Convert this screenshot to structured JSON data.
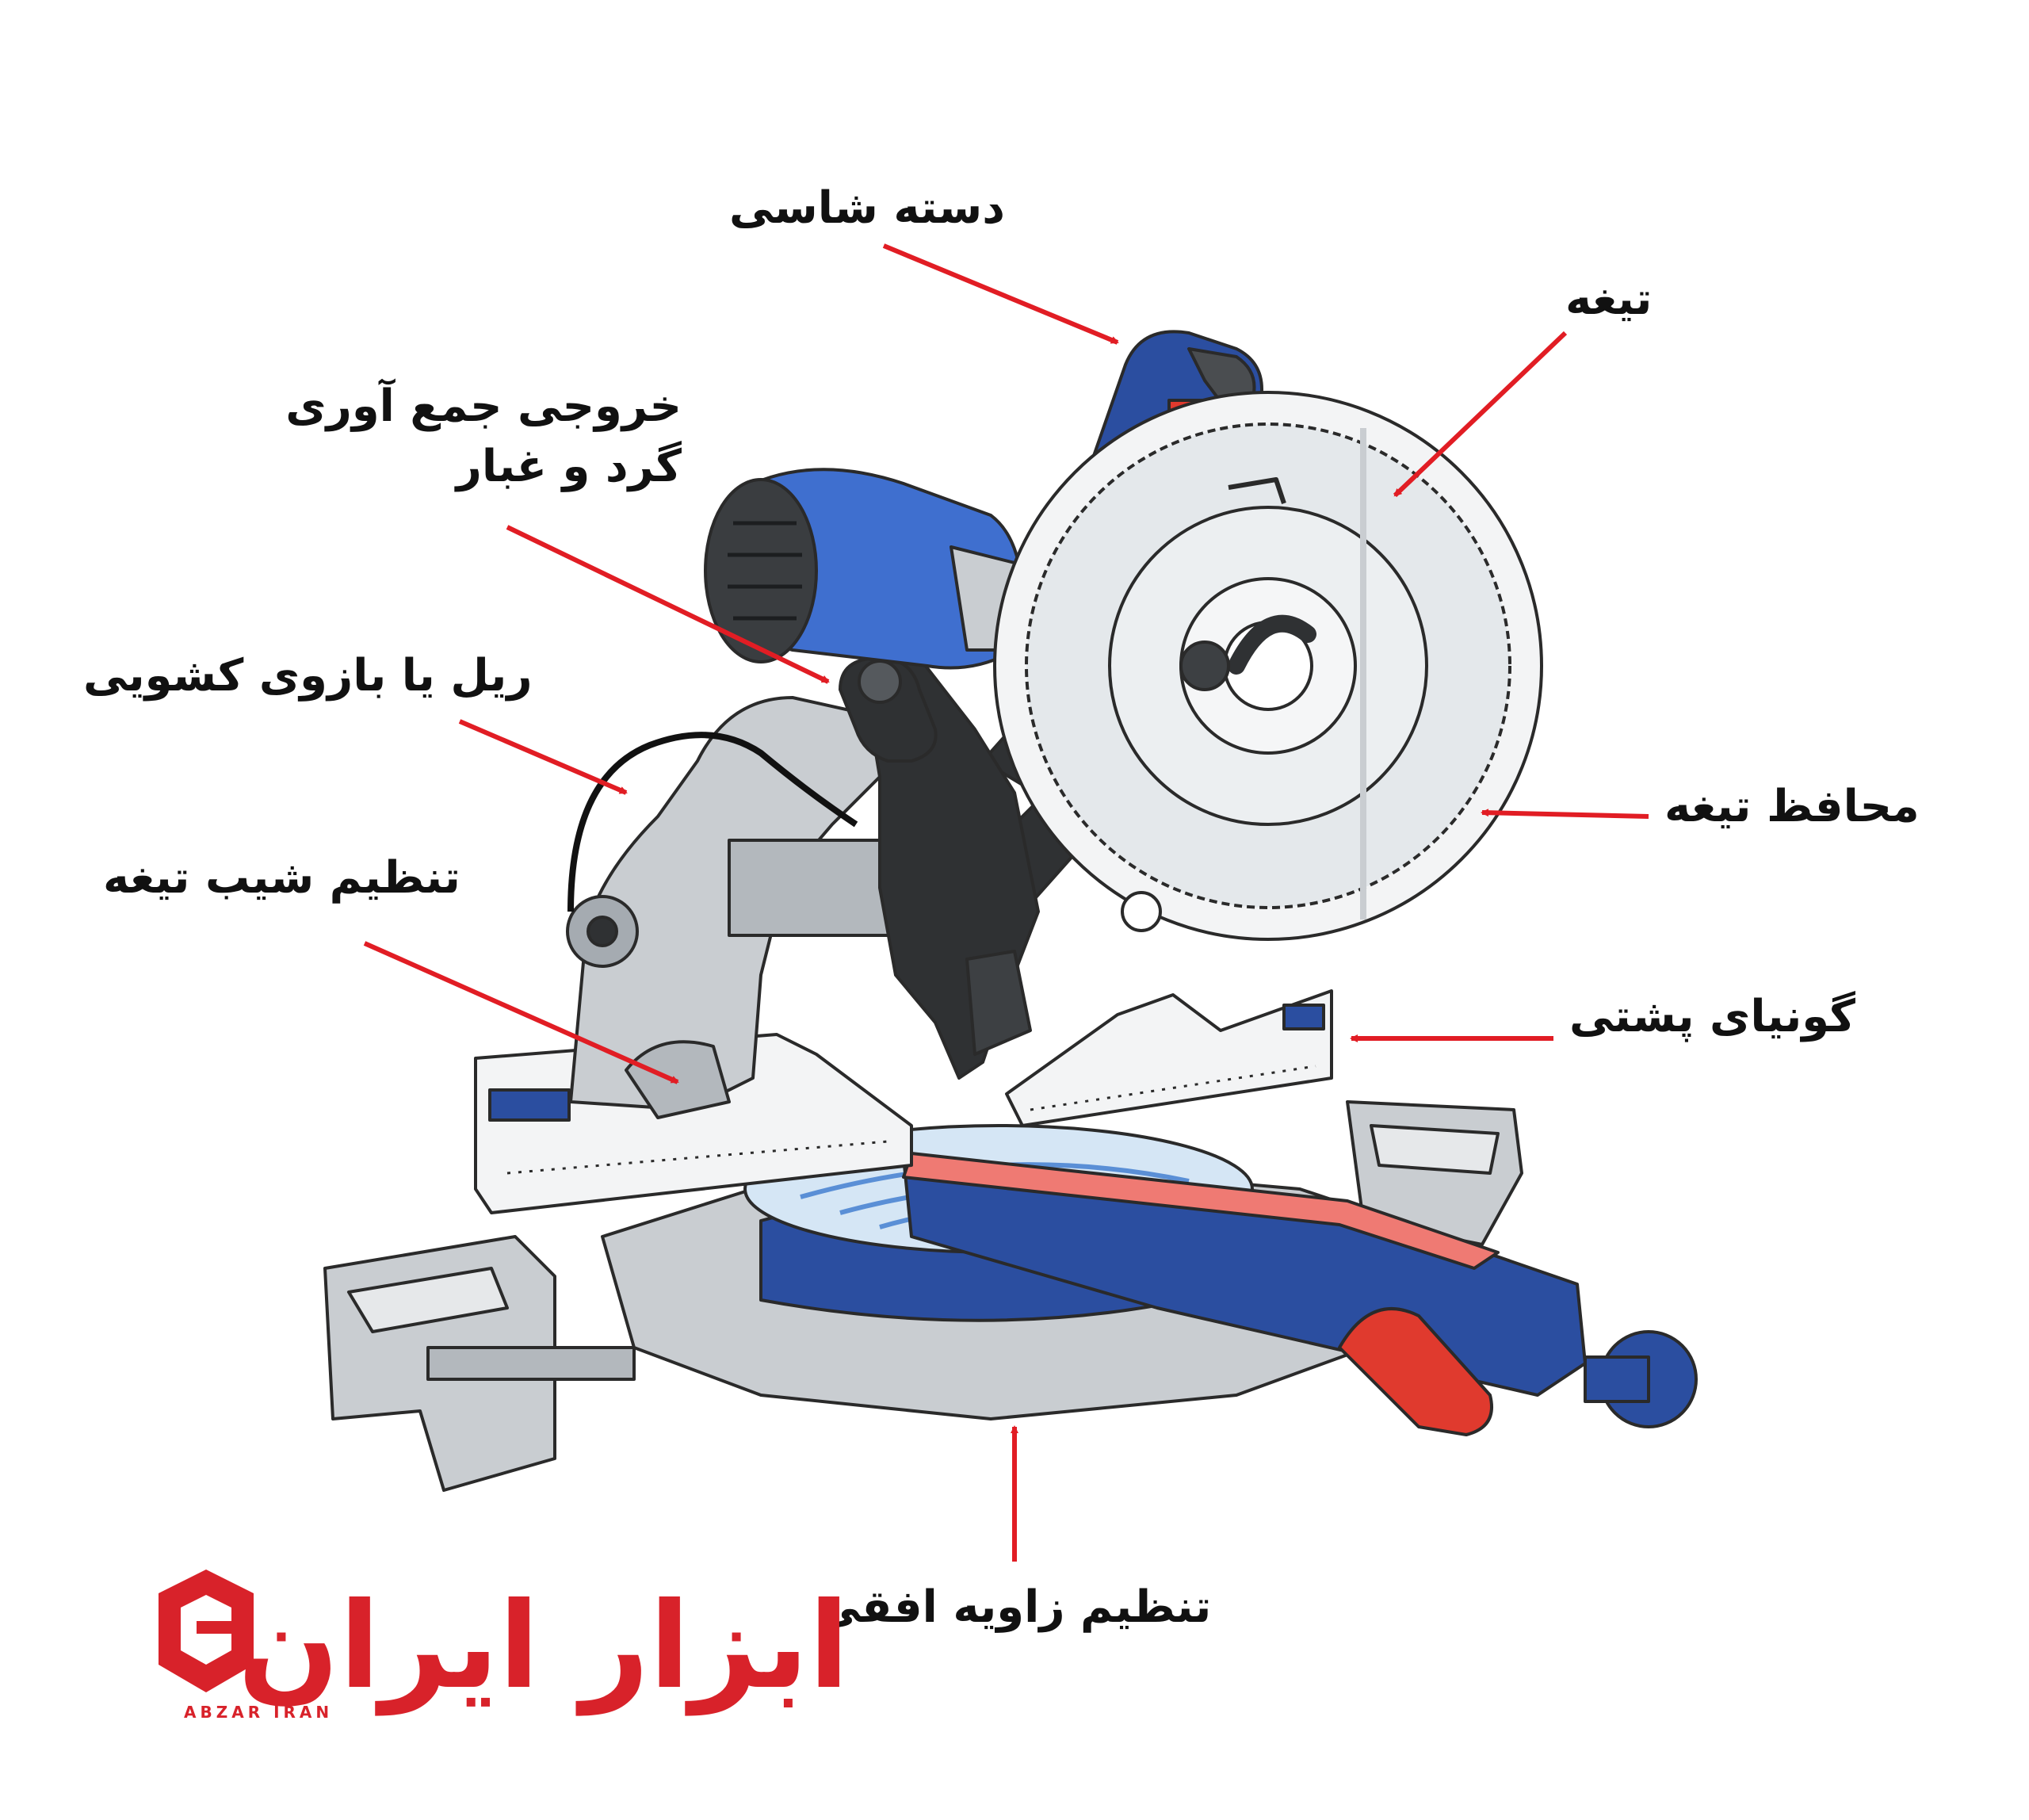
{
  "callouts": {
    "handle": "دسته شاسی",
    "blade": "تیغه",
    "dust_outlet": "خروجی جمع آوری گرد و غبار",
    "rail": "ریل یا بازوی کشویی",
    "bevel": "تنظیم شیب تیغه",
    "blade_guard": "محافظ تیغه",
    "fence": "گونیای پشتی",
    "miter": "تنظیم زاویه افقی"
  },
  "logo": {
    "wordmark": "ابزار ایران",
    "subtitle": "ABZAR IRAN"
  },
  "colors": {
    "arrow": "#e11d24",
    "tool_blue": "#2b4ea0",
    "tool_grey": "#c9cdd1",
    "dark": "#2f3133",
    "brand_red": "#d8222a"
  }
}
